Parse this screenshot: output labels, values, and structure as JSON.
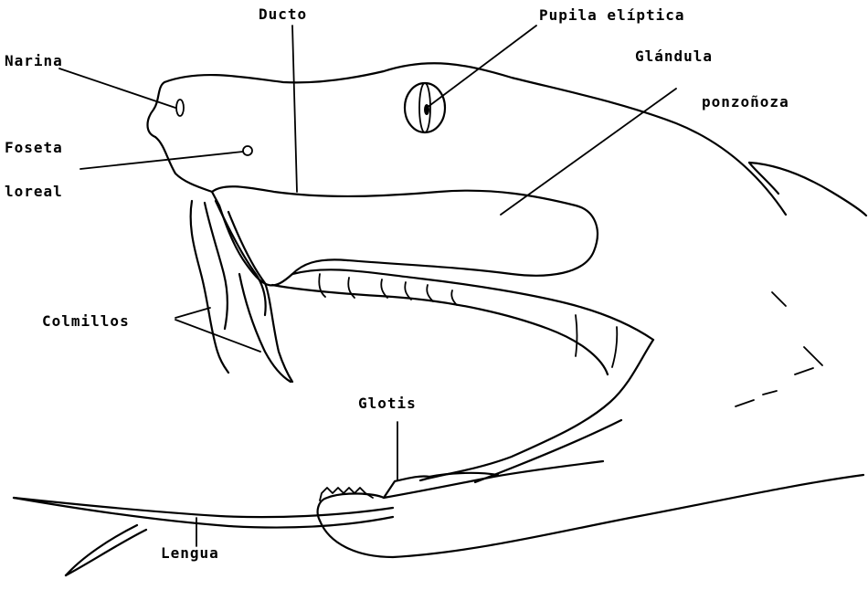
{
  "diagram": {
    "labels": {
      "narina": "Narina",
      "ducto": "Ducto",
      "pupila": "Pupila elíptica",
      "glandula_line1": "Glándula",
      "glandula_line2": "ponzoñoza",
      "foseta_line1": "Foseta",
      "foseta_line2": "loreal",
      "colmillos": "Colmillos",
      "glotis": "Glotis",
      "lengua": "Lengua"
    },
    "colors": {
      "ink": "#000000",
      "paper": "#ffffff"
    }
  }
}
